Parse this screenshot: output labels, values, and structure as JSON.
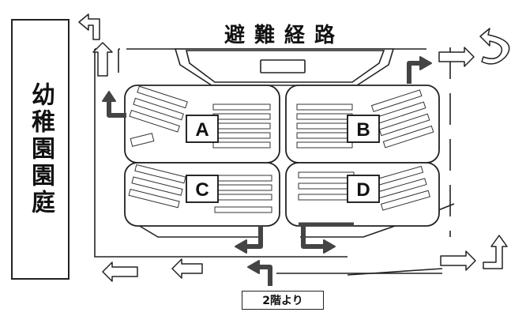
{
  "diagram": {
    "title": "避難経路",
    "side_label": "幼稚園園庭",
    "from_label": "2階より",
    "rooms": [
      "A",
      "B",
      "C",
      "D"
    ]
  }
}
